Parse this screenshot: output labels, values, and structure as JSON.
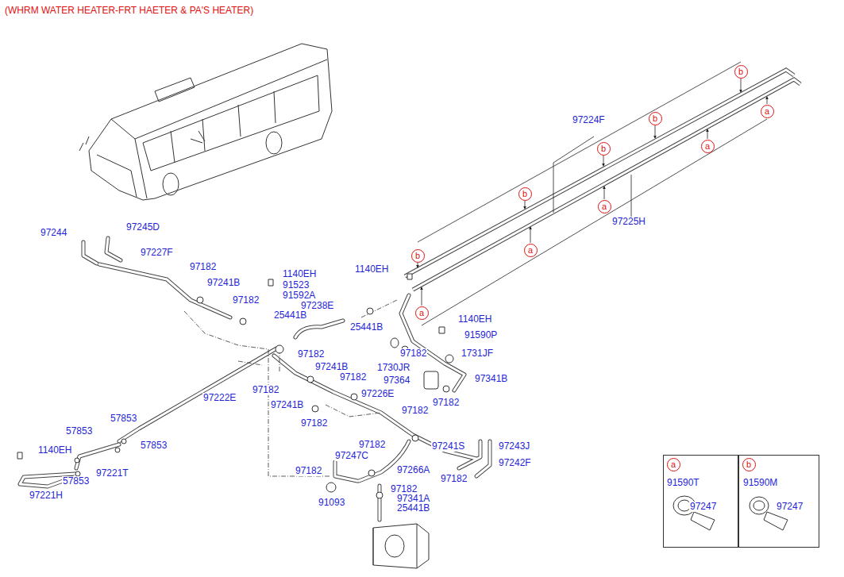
{
  "diagram": {
    "title": "(WHRM WATER HEATER-FRT HAETER & PA'S HEATER)",
    "nodes": [
      {
        "text": [
          "b"
        ]
      },
      {
        "text": [
          "a"
        ]
      },
      {
        "text": [
          "b"
        ]
      },
      {
        "text": [
          "a"
        ]
      },
      {
        "text": [
          "b"
        ]
      },
      {
        "text": [
          "b"
        ]
      },
      {
        "text": [
          "a"
        ]
      },
      {
        "text": [
          "a"
        ]
      },
      {
        "text": [
          "b"
        ]
      },
      {
        "text": [
          "a"
        ]
      },
      {
        "text": [
          "91590T",
          "97247"
        ]
      },
      {
        "text": [
          "a"
        ],
        "in": 10
      },
      {
        "text": [
          "91590M",
          "97247"
        ]
      },
      {
        "text": [
          "b"
        ],
        "in": 12
      }
    ],
    "labels": [
      "97224F",
      "97225H",
      "97244",
      "97245D",
      "97227F",
      "97182",
      "1140EH",
      "91523",
      "91592A",
      "97241B",
      "97182",
      "97238E",
      "1140EH",
      "25441B",
      "25441B",
      "1140EH",
      "91590P",
      "1731JF",
      "1730JR",
      "97182",
      "97364",
      "97341B",
      "97182",
      "97241B",
      "97182",
      "97226E",
      "97182",
      "97222E",
      "97241B",
      "97182",
      "97182",
      "97182",
      "57853",
      "57853",
      "57853",
      "1140EH",
      "57853",
      "97221T",
      "97221H",
      "97182",
      "97247C",
      "97241S",
      "97243J",
      "97242F",
      "97182",
      "97266A",
      "97182",
      "97341A",
      "25441B",
      "91093",
      "97182"
    ]
  }
}
